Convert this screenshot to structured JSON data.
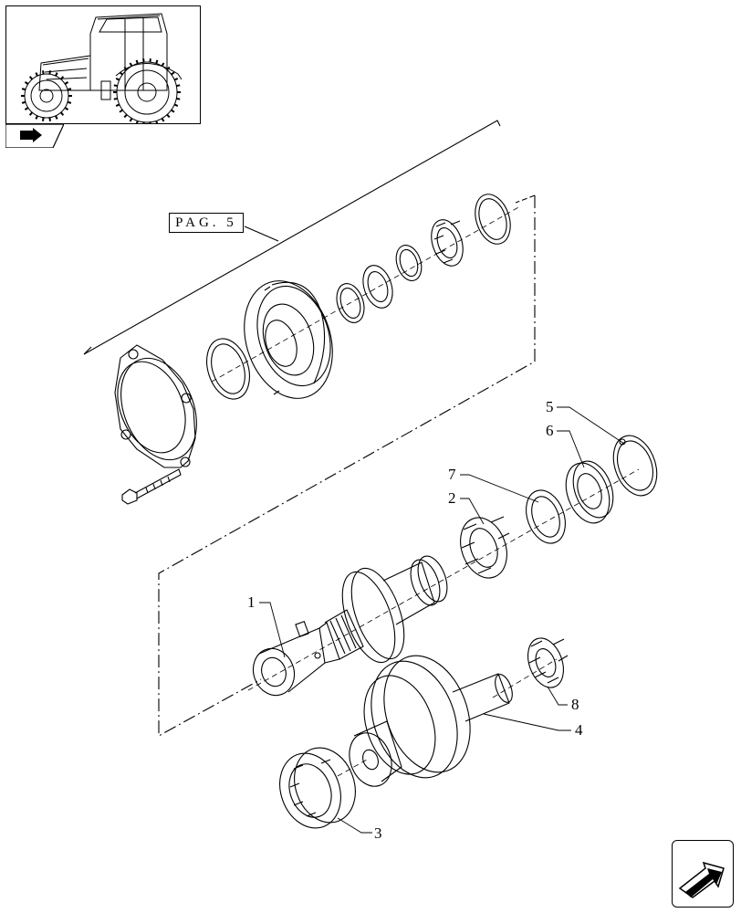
{
  "reference": {
    "label": "PAG. 5"
  },
  "callouts": [
    {
      "id": "1",
      "label": "1"
    },
    {
      "id": "2",
      "label": "2"
    },
    {
      "id": "3",
      "label": "3"
    },
    {
      "id": "4",
      "label": "4"
    },
    {
      "id": "5",
      "label": "5"
    },
    {
      "id": "6",
      "label": "6"
    },
    {
      "id": "7",
      "label": "7"
    },
    {
      "id": "8",
      "label": "8"
    }
  ],
  "icons": {
    "thumbnail": "tractor-illustration",
    "section": "book-arrow-icon",
    "navigation": "next-page-arrow-icon"
  },
  "colors": {
    "line": "#000000",
    "background": "#ffffff"
  }
}
